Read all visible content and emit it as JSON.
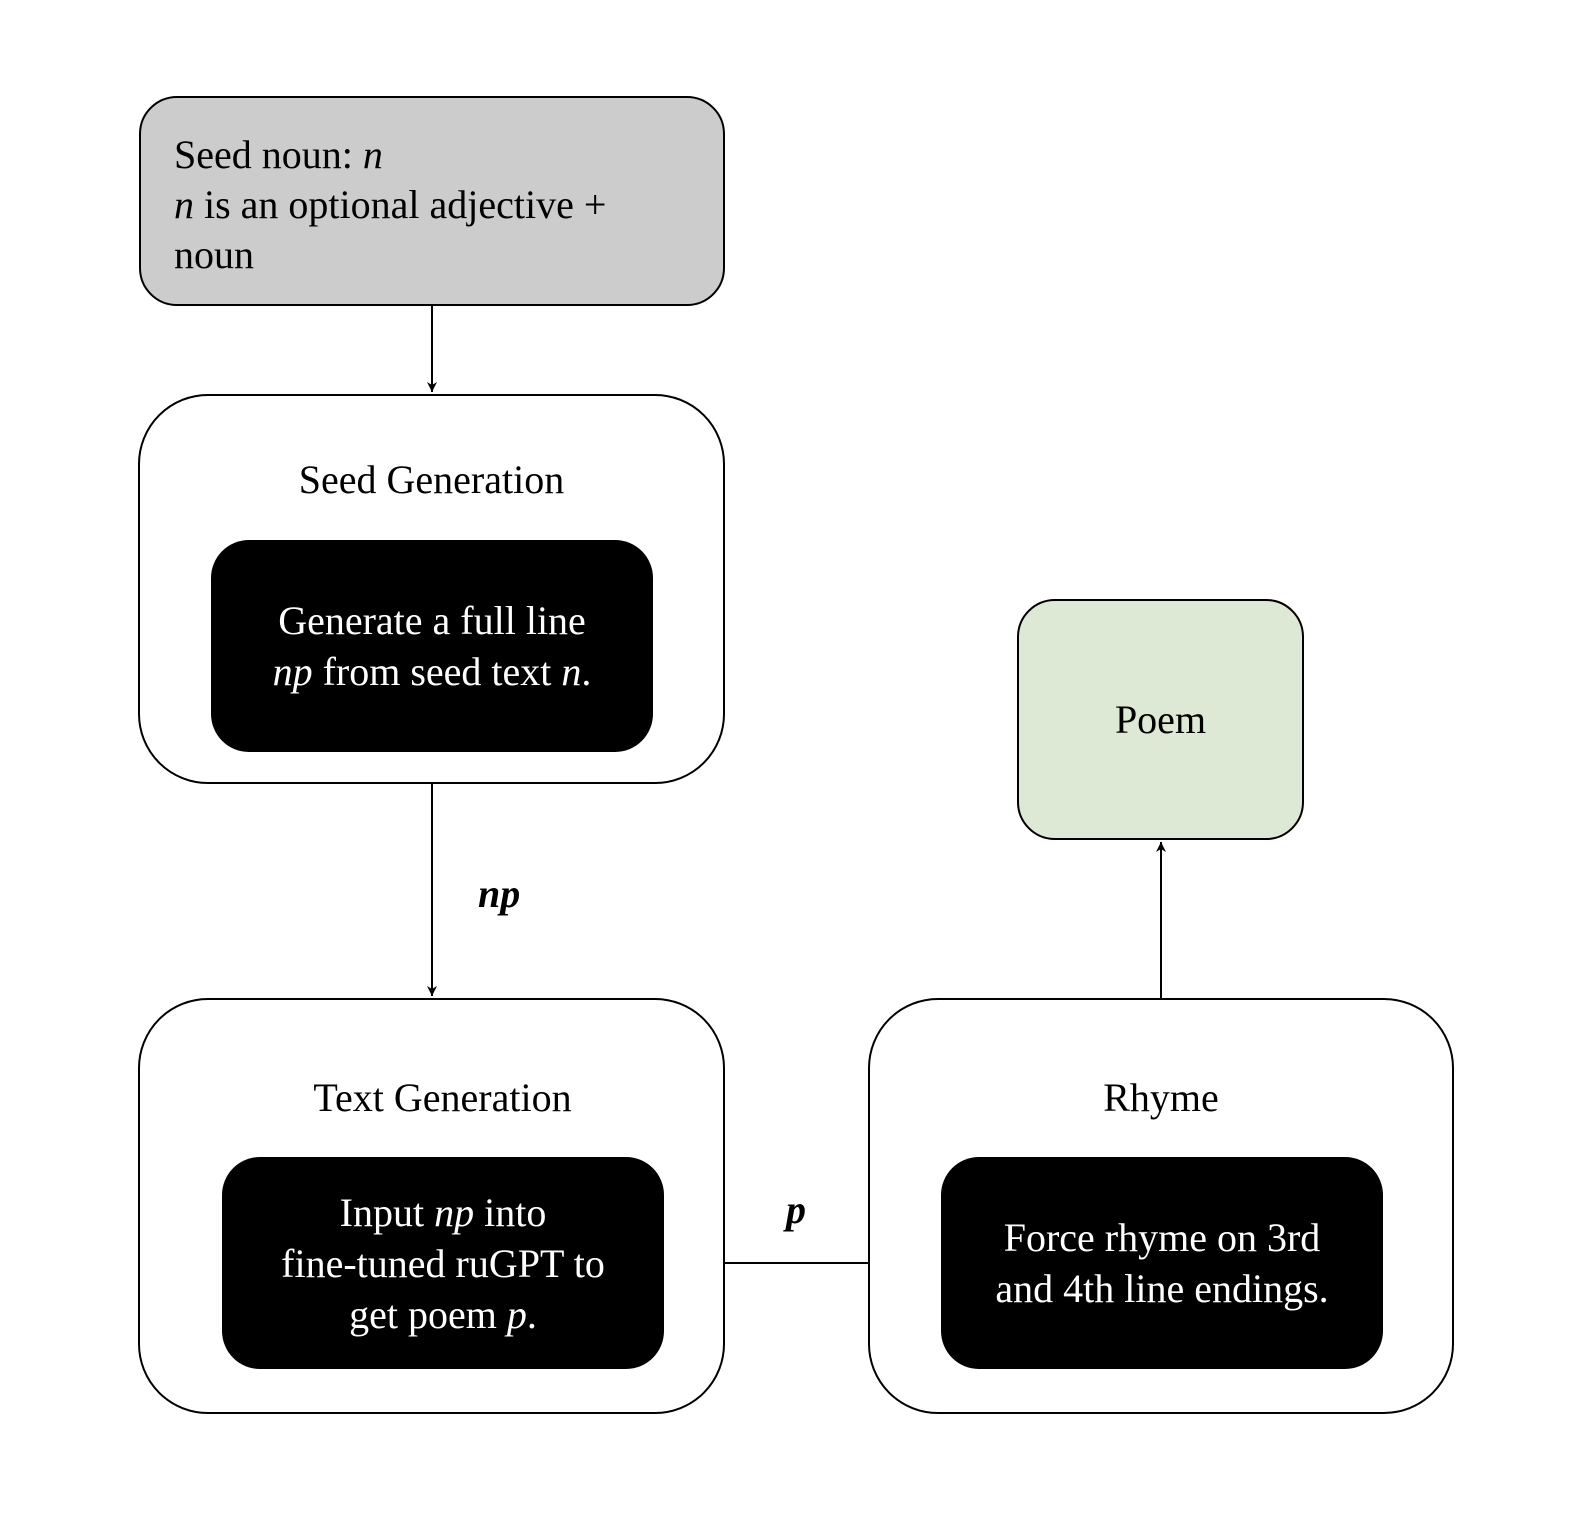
{
  "seed": {
    "line1": "Seed noun: ",
    "var_n": "n",
    "line2_var": "n",
    "line2_rest": " is an optional adjective +",
    "line3": "noun"
  },
  "seed_generation": {
    "title": "Seed Generation",
    "l1": "Generate a full line",
    "l2_var1": "np",
    "l2_mid": " from seed text ",
    "l2_var2": "n",
    "l2_end": "."
  },
  "text_generation": {
    "title": "Text Generation",
    "l1_pre": "Input ",
    "l1_var": "np",
    "l1_post": " into",
    "l2": "fine-tuned ruGPT to",
    "l3_pre": "get poem ",
    "l3_var": "p",
    "l3_end": "."
  },
  "rhyme": {
    "title": "Rhyme",
    "l1": "Force rhyme on 3rd",
    "l2": "and 4th line endings."
  },
  "poem": {
    "label": "Poem"
  },
  "edges": {
    "np_label": "np",
    "p_label": "p"
  }
}
